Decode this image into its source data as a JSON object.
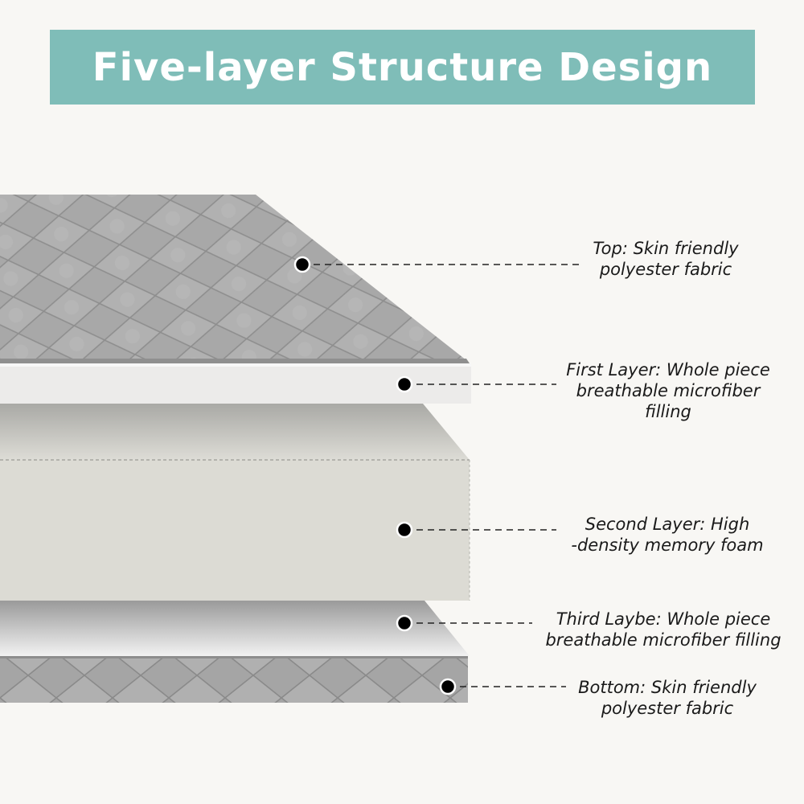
{
  "header": {
    "title": "Five-layer Structure Design"
  },
  "layers": [
    {
      "id": "top",
      "lines": [
        "Top: Skin friendly",
        "polyester fabric"
      ]
    },
    {
      "id": "first",
      "lines": [
        "First Layer: Whole piece",
        "breathable microfiber",
        "filling"
      ]
    },
    {
      "id": "second",
      "lines": [
        "Second Layer: High",
        "-density memory foam"
      ]
    },
    {
      "id": "third",
      "lines": [
        "Third Laybe: Whole piece",
        "breathable microfiber filling"
      ]
    },
    {
      "id": "bottom",
      "lines": [
        "Bottom: Skin friendly",
        "polyester fabric"
      ]
    }
  ],
  "colors": {
    "banner": "#7fbdb8",
    "background": "#f8f7f4",
    "quilt": "#a9a9a9",
    "foam": "#dcdbd4",
    "fiber": "#ecebea"
  }
}
